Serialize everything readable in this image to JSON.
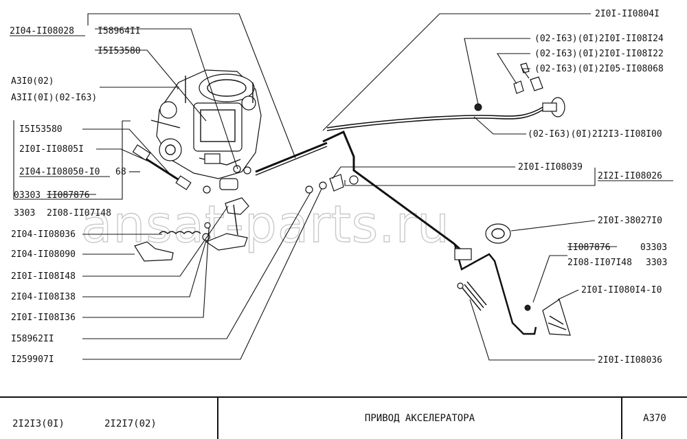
{
  "watermark": "ansat-parts.ru",
  "labels": {
    "l01": "2I04-II08028",
    "l02": "I58964II",
    "l03": "I5I53580",
    "l04": "A3I0(02)",
    "l05": "A3II(0I)(02-I63)",
    "l06": "I5I53580",
    "l07": "2I0I-II0805I",
    "l08": "2I04-II08050-I0",
    "l08b": "68",
    "l09": "03303",
    "l09b": "II087876",
    "l10": "3303",
    "l10b": "2I08-II07I48",
    "l11": "2I04-II08036",
    "l12": "2I04-II08090",
    "l13": "2I0I-II08I48",
    "l14": "2I04-II08I38",
    "l15": "2I0I-II08I36",
    "l16": "I58962II",
    "l17": "I259907I",
    "r01": "2I0I-II0804I",
    "r02": "(02-I63)(0I)2I0I-II08I24",
    "r03": "(02-I63)(0I)2I0I-II08I22",
    "r04": "(02-I63)(0I)2I05-II08068",
    "r05": "(02-I63)(0I)2I2I3-II08I00",
    "r06": "2I0I-II08039",
    "r07": "2I2I-II08026",
    "r08": "2I0I-38027I0",
    "r09": "II087876",
    "r09b": "03303",
    "r10": "2I08-II07I48",
    "r10b": "3303",
    "r11": "2I0I-II080I4-I0",
    "r12": "2I0I-II08036"
  },
  "title_block": {
    "models": [
      "2I2I3(0I)",
      "2I2I7(02)"
    ],
    "title": "ПРИВОД АКСЕЛЕРАТОРА",
    "page": "A370"
  }
}
